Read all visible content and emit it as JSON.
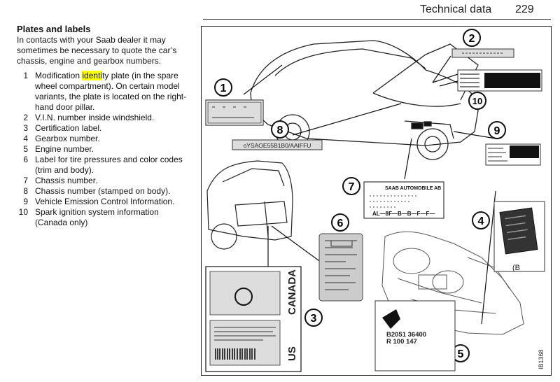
{
  "header": {
    "title": "Technical data",
    "page_number": "229"
  },
  "section": {
    "title": "Plates and labels",
    "intro": "In contacts with your Saab dealer it may sometimes be necessary to quote the car’s chassis, engine and gearbox numbers.",
    "items": [
      {
        "num": "1",
        "pre": "Modification ",
        "highlight": "identi",
        "post": "ty plate (in the spare wheel compartment). On certain model variants, the plate is located on the right-hand door pillar."
      },
      {
        "num": "2",
        "text": "V.I.N. number inside windshield."
      },
      {
        "num": "3",
        "text": "Certification label."
      },
      {
        "num": "4",
        "text": "Gearbox number."
      },
      {
        "num": "5",
        "text": "Engine number."
      },
      {
        "num": "6",
        "text": "Label for tire pressures and color codes (trim and body)."
      },
      {
        "num": "7",
        "text": "Chassis number."
      },
      {
        "num": "8",
        "text": "Chassis number (stamped on body)."
      },
      {
        "num": "9",
        "text": "Vehicle Emission Control Information."
      },
      {
        "num": "10",
        "text": "Spark ignition system information (Canada only)"
      }
    ]
  },
  "figure": {
    "callouts": [
      "1",
      "2",
      "3",
      "4",
      "5",
      "6",
      "7",
      "8",
      "9",
      "10"
    ],
    "label_canada": "CANADA",
    "label_us": "US",
    "plate7_title": "SAAB AUTOMOBILE AB",
    "plate7_code": "AL—8F—B—B—F—F—",
    "engine_stamp_line1": "B2051 36400",
    "engine_stamp_line2": "R 100 147",
    "plate8_text": "oYSAOE55B1B0/AAIFFU",
    "gearbox_mark": "(B",
    "figure_id": "IB1368"
  }
}
